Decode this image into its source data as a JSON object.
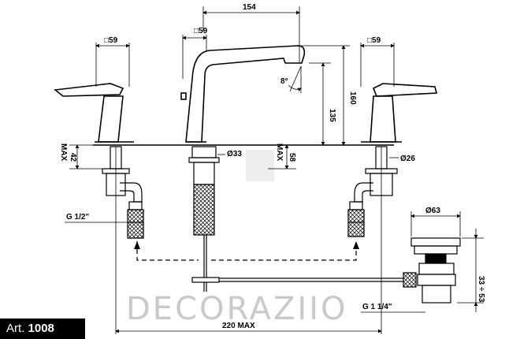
{
  "dimensions": {
    "spout_reach": "154",
    "handle_size_left": "□59",
    "handle_size_center": "□59",
    "handle_size_right": "□59",
    "spout_angle": "8°",
    "spout_height": "135",
    "overall_height": "160",
    "max_deck_thickness": "42",
    "max_label": "MAX",
    "spout_hole_diameter": "Ø33",
    "spout_max_deck": "58",
    "spout_max_label": "MAX",
    "handle_hole_diameter": "Ø26",
    "inlet_thread": "G 1/2\"",
    "drain_diameter": "Ø63",
    "drain_height": "33 ÷ 53",
    "drain_thread": "G 1 1/4\"",
    "overall_spread": "220 MAX"
  },
  "watermark": "DECORAZIIO",
  "article": {
    "prefix": "Art.",
    "number": "1008"
  }
}
